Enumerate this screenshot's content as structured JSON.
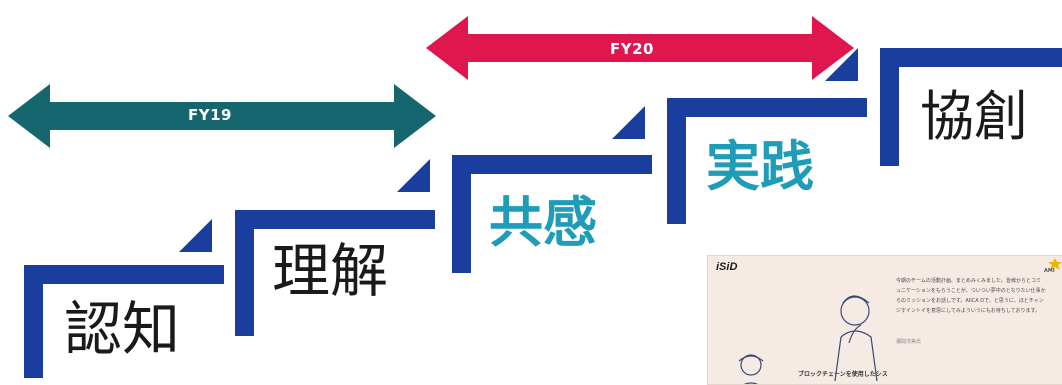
{
  "steps": [
    {
      "label": "認知"
    },
    {
      "label": "理解"
    },
    {
      "label": "共感"
    },
    {
      "label": "実践"
    },
    {
      "label": "協創"
    }
  ],
  "periods": [
    {
      "label": "FY19"
    },
    {
      "label": "FY20"
    }
  ],
  "thumbnail": {
    "logo": "iSiD",
    "intro_text": "今期のチームの活動計画、まとめみくみました。皆様からとコミュニケーションをもらうことが、ついつい夢中のとなりたい仕事からのミッションをお話しです。AIICA Dで、と思うに、ほとチャンジすイントイを意思にしてみよういうにもお待ちしております。",
    "author": "瀬間淳美氏",
    "caption": "ブロックチェーンを使用したシス",
    "badge": "AMI"
  },
  "colors": {
    "step_blue": "#1a3e9e",
    "fy19_arrow": "#16666f",
    "fy20_arrow": "#e0174f",
    "highlight_text": "#1f9cb8"
  }
}
